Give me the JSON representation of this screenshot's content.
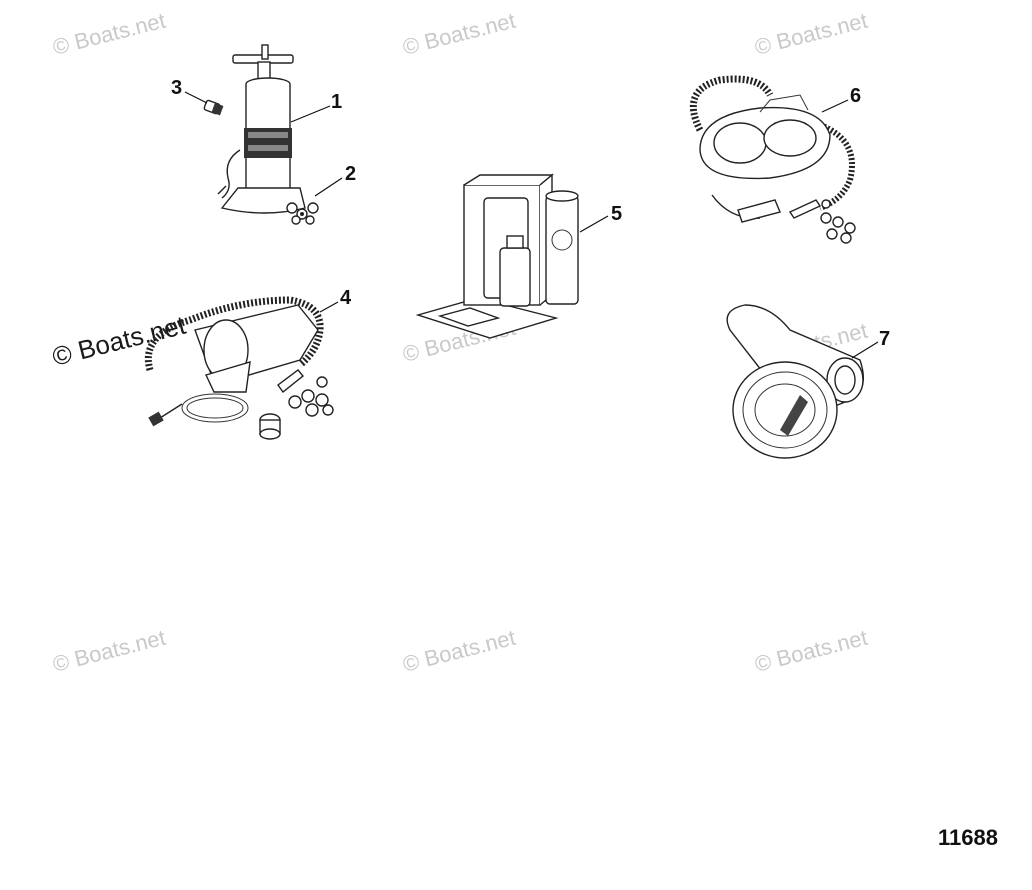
{
  "watermark": {
    "text": "© Boats.net"
  },
  "callouts": [
    "1",
    "2",
    "3",
    "4",
    "5",
    "6",
    "7"
  ],
  "diagram_id": "11688"
}
